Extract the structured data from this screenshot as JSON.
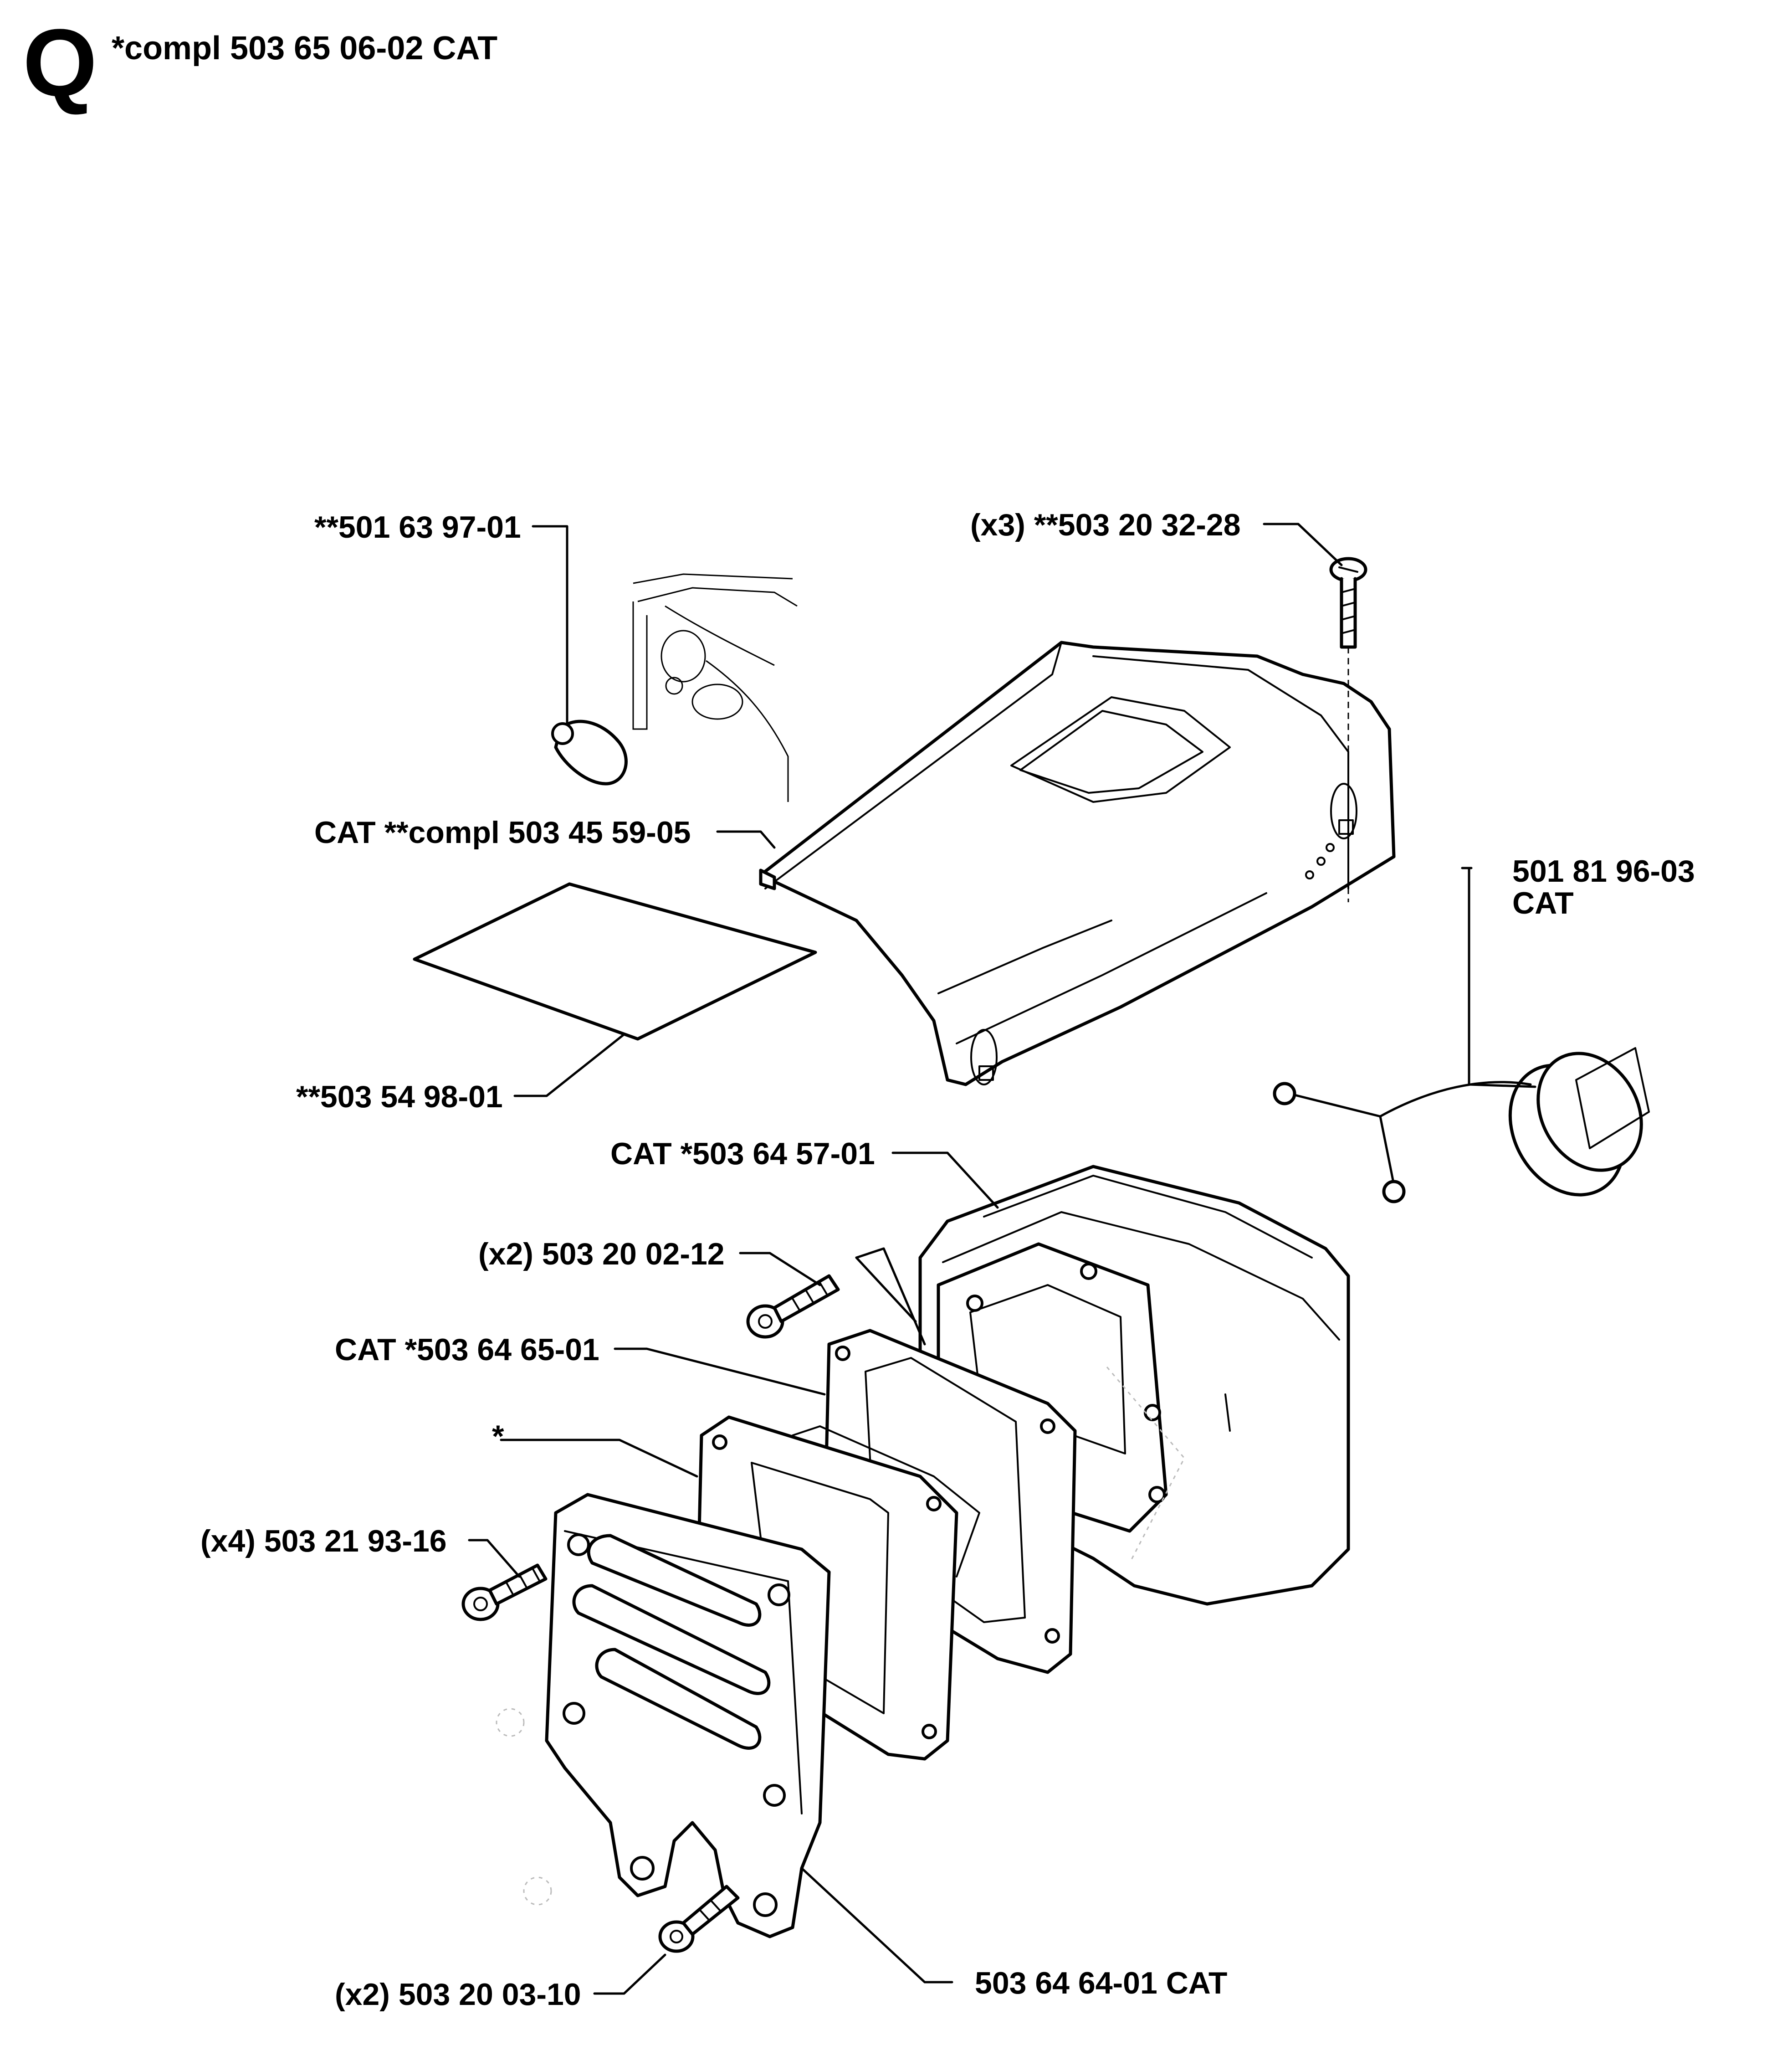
{
  "header": {
    "letter": "Q",
    "title": "*compl 503 65 06-02 CAT"
  },
  "labels": {
    "plug": "**501 63 97-01",
    "screws_top": "(x3) **503 20 32-28",
    "cover": "CAT **compl 503 45 59-05",
    "fuel_cap_line1": "501 81 96-03",
    "fuel_cap_line2": "CAT",
    "sheet": "**503 54 98-01",
    "muffler_body": "CAT *503 64 57-01",
    "screws_x2_a": "(x2) 503 20 02-12",
    "gasket": "CAT *503 64 65-01",
    "asterisk_part": "*",
    "screws_x4": "(x4) 503 21 93-16",
    "screws_x2_b": "(x2) 503 20 03-10",
    "muffler_plate": "503 64 64-01 CAT"
  }
}
